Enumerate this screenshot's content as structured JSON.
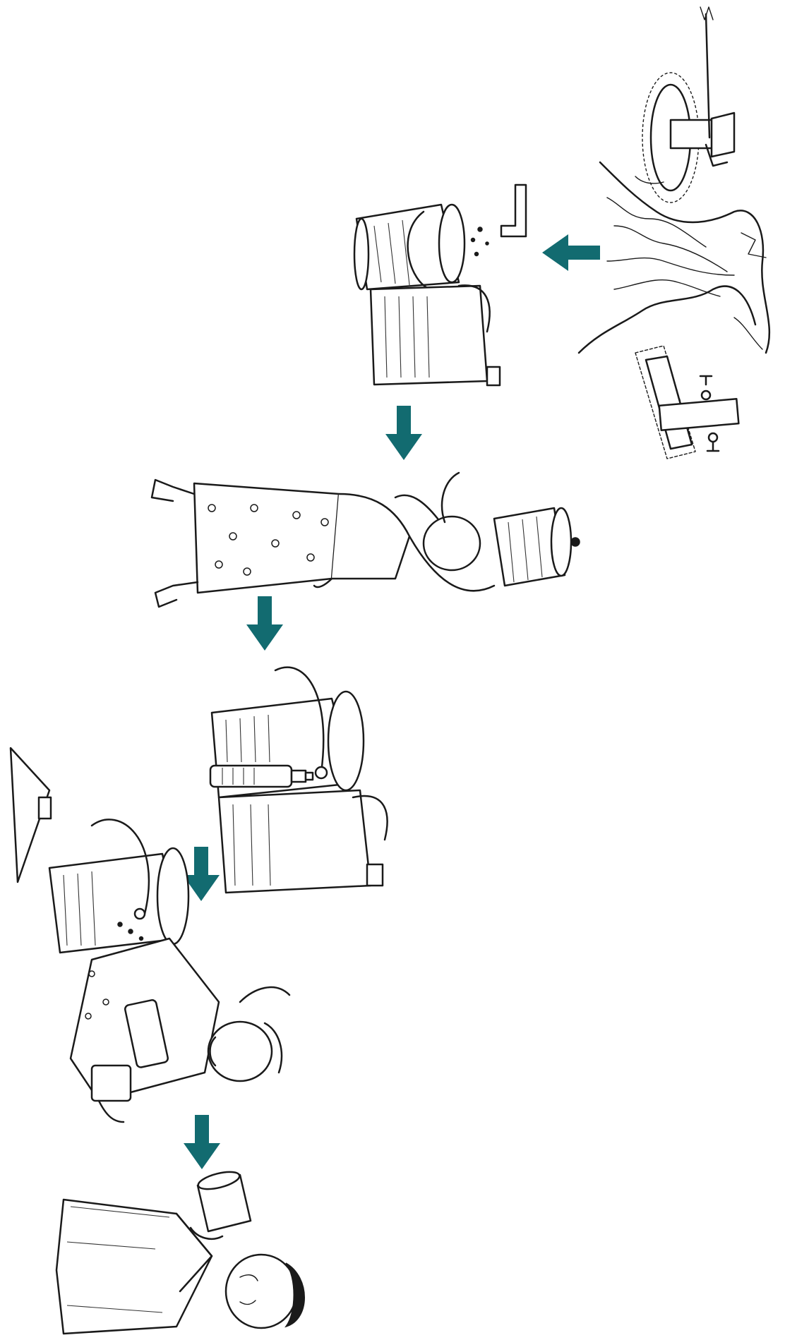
{
  "colors": {
    "arrow": "#126b70",
    "ink": "#1a1a1a",
    "background": "#ffffff"
  },
  "steps": [
    {
      "name": "water-sources",
      "icon": "water-source-icons"
    },
    {
      "name": "collect-in-bucket",
      "icon": "bucket-filling-icon"
    },
    {
      "name": "carry-water",
      "icon": "woman-carrying-bucket-icon"
    },
    {
      "name": "cover-container",
      "icon": "covered-container-icon"
    },
    {
      "name": "pour-into-cup",
      "icon": "woman-pouring-icon"
    },
    {
      "name": "drink-safe-water",
      "icon": "man-drinking-icon"
    }
  ],
  "arrows": [
    {
      "from": "water-sources",
      "to": "collect-in-bucket",
      "direction": "left"
    },
    {
      "from": "collect-in-bucket",
      "to": "carry-water",
      "direction": "down"
    },
    {
      "from": "carry-water",
      "to": "cover-container",
      "direction": "down"
    },
    {
      "from": "cover-container",
      "to": "pour-into-cup",
      "direction": "down"
    },
    {
      "from": "pour-into-cup",
      "to": "drink-safe-water",
      "direction": "down"
    }
  ]
}
